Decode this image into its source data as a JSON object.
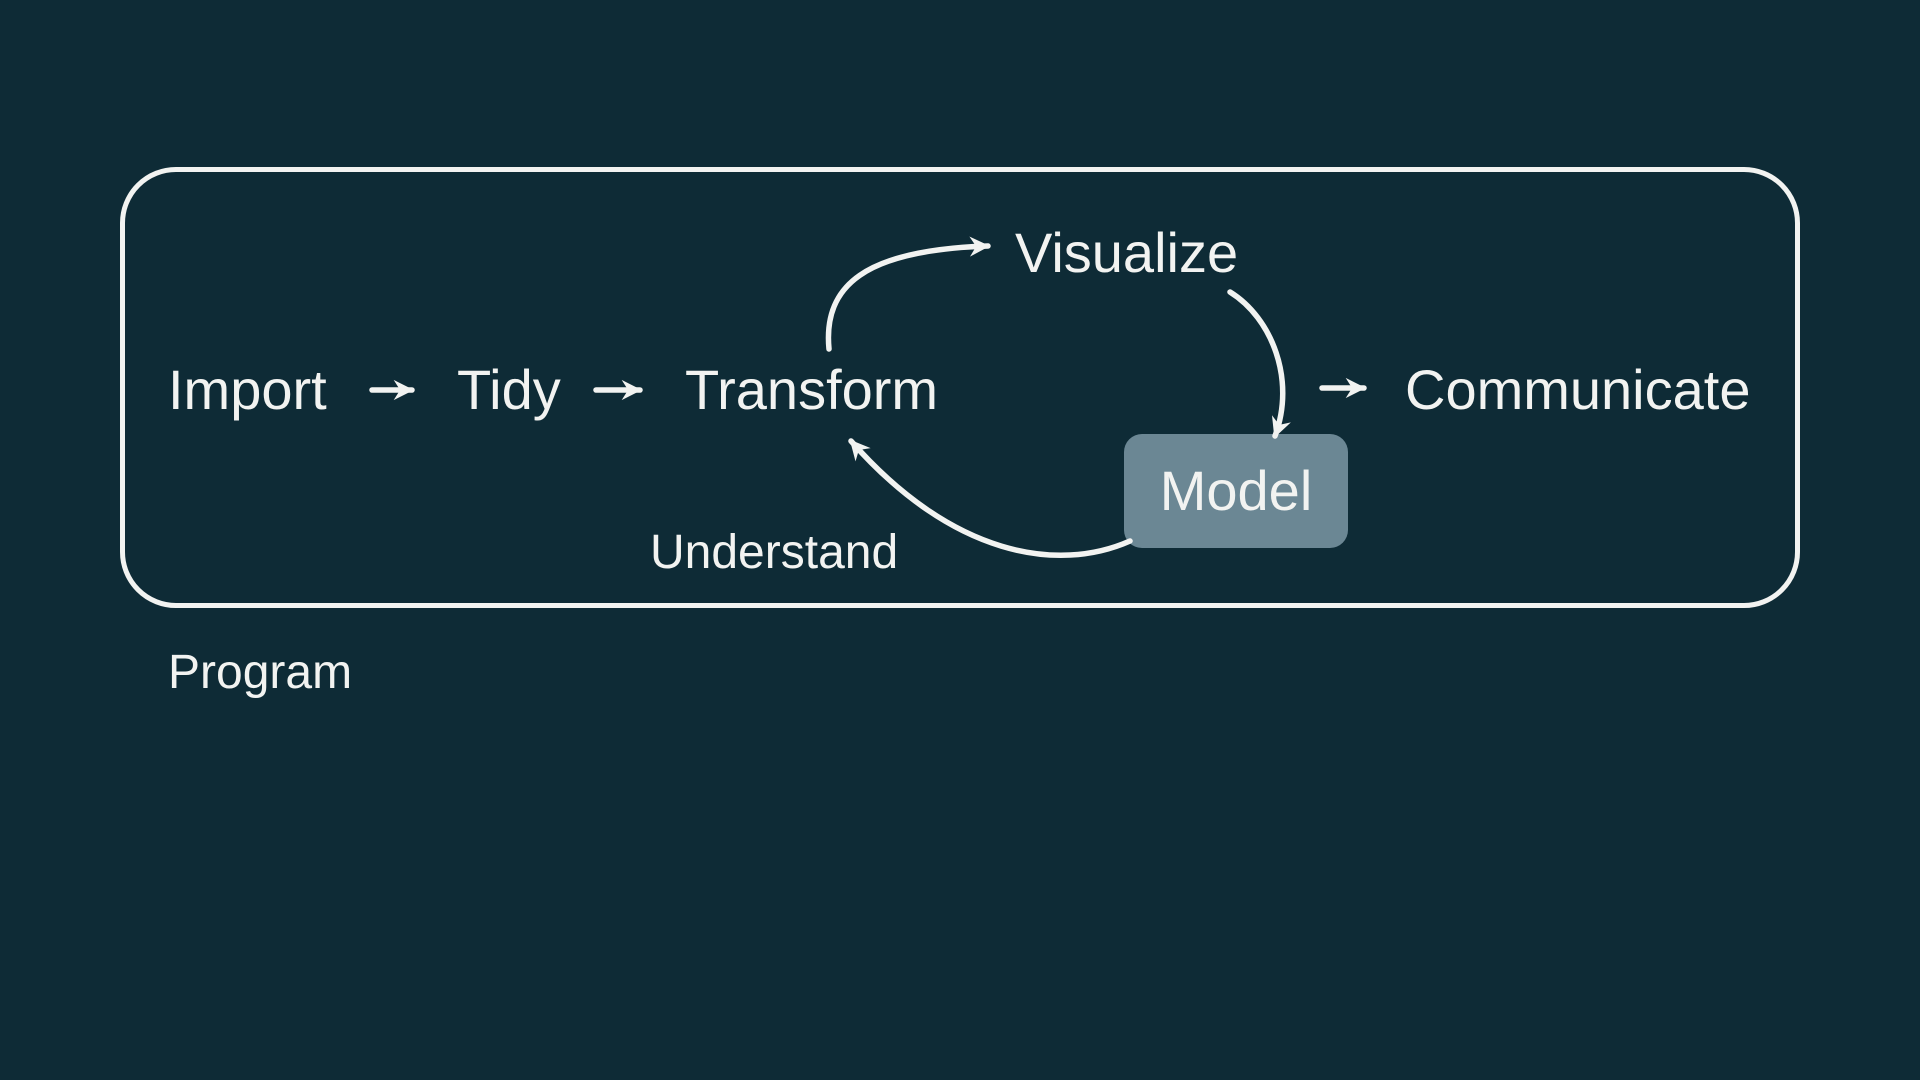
{
  "colors": {
    "background": "#0e2b36",
    "foreground": "#f2f3f1",
    "model_box": "#6b8794"
  },
  "diagram": {
    "nodes": {
      "import": "Import",
      "tidy": "Tidy",
      "transform": "Transform",
      "visualize": "Visualize",
      "model": "Model",
      "communicate": "Communicate"
    },
    "annotations": {
      "understand": "Understand",
      "program": "Program"
    }
  }
}
